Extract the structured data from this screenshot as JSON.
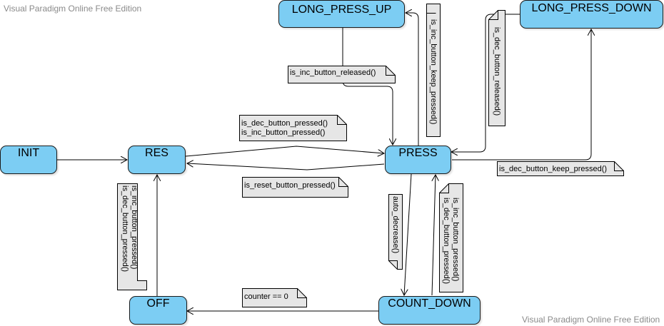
{
  "watermark": {
    "top_left": "Visual Paradigm Online Free Edition",
    "bottom_right": "Visual Paradigm Online Free Edition"
  },
  "colors": {
    "state_fill": "#7ccdf3",
    "state_border": "#1a1a1a",
    "note_fill": "#e6e6e6",
    "line": "#000000"
  },
  "states": {
    "init": "INIT",
    "res": "RES",
    "press": "PRESS",
    "off": "OFF",
    "count_down": "COUNT_DOWN",
    "long_press_up": "LONG_PRESS_UP",
    "long_press_down": "LONG_PRESS_DOWN"
  },
  "notes": {
    "inc_released": [
      "is_inc_button_released()"
    ],
    "res_to_press": [
      "is_dec_button_pressed()",
      "is_inc_button_pressed()"
    ],
    "reset_pressed": [
      "is_reset_button_pressed()"
    ],
    "dec_keep_pressed": [
      "is_dec_button_keep_pressed()"
    ],
    "counter_zero": [
      "counter == 0"
    ],
    "inc_keep_pressed": [
      "is_inc_button_keep_pressed()"
    ],
    "dec_released": [
      "is_dec_button_released()"
    ],
    "auto_decrease": [
      "auto_decrease()"
    ],
    "off_to_res": [
      "is_inc_button_pressed()",
      "is_dec_button_pressed()"
    ],
    "countdown_to_press": [
      "is_inc_button_pressed()",
      "is_dec_button_pressed()"
    ]
  }
}
